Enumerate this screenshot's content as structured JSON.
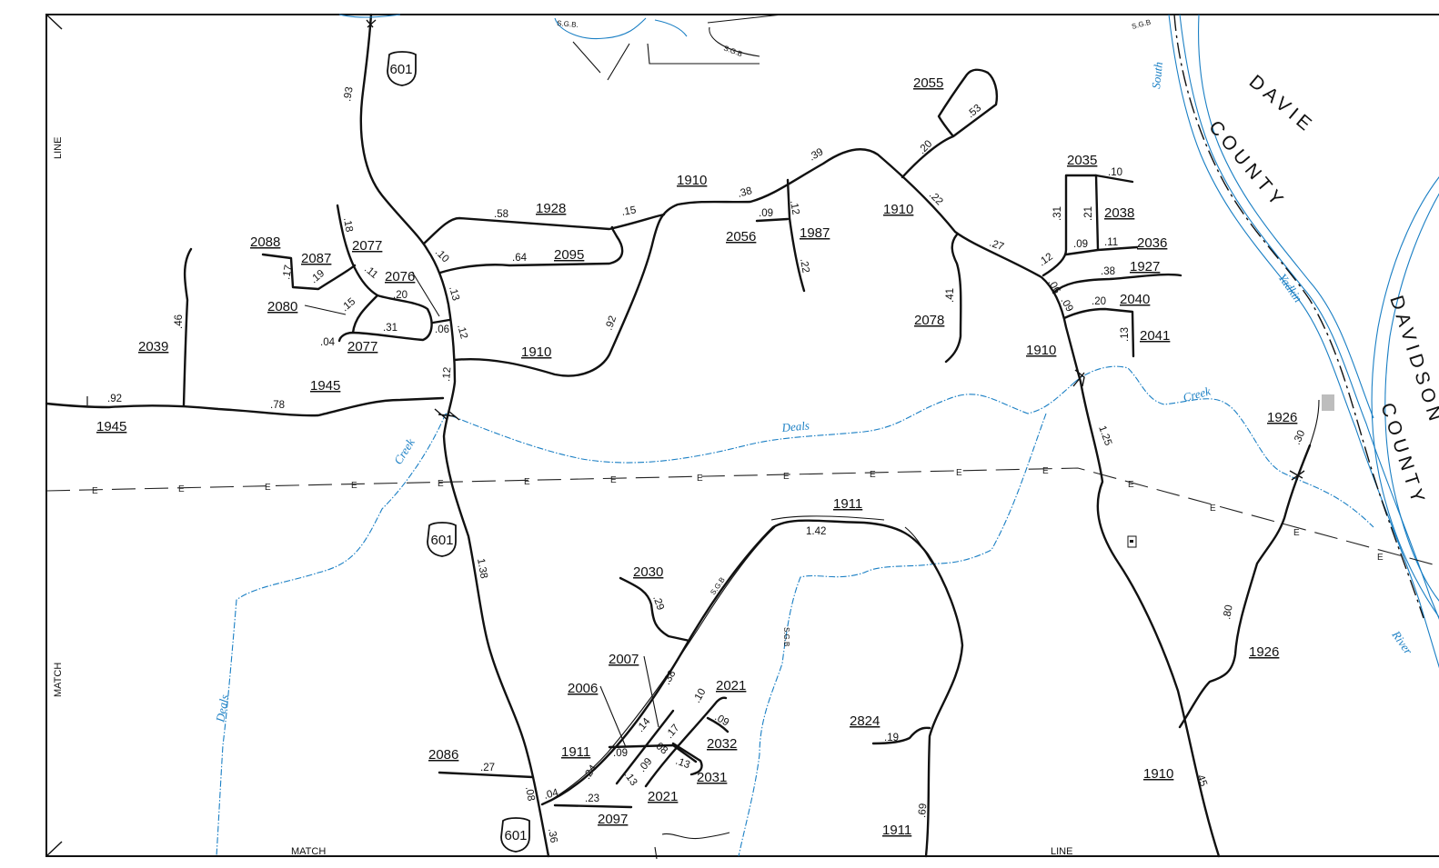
{
  "map": {
    "counties": [
      "DAVIE COUNTY",
      "DAVIDSON COUNTY"
    ],
    "county_words": {
      "davie_1": "DAVIE",
      "davie_2": "COUNTY",
      "davidson_1": "DAVIDSON",
      "davidson_2": "COUNTY"
    },
    "edge_labels": {
      "left_line": "LINE",
      "left_match": "MATCH",
      "bottom_match": "MATCH",
      "bottom_line": "LINE"
    },
    "highway_shields": [
      "601",
      "601",
      "601"
    ],
    "water": {
      "south": "South",
      "yadkin": "Yadkin",
      "river": "River",
      "deals_creek_1": "Deals",
      "deals_creek_2": "Creek",
      "deals_2": "Deals",
      "creek_right": "Creek"
    },
    "powerline_marker": "E",
    "sgb": {
      "top_left": "S.G.B.",
      "top_mid": "S.G.B",
      "top_right": "S.G.B",
      "mid": "S.G.B",
      "lower": "S.G.B"
    },
    "road_numbers": {
      "r2055": "2055",
      "r1910a": "1910",
      "r1928": "1928",
      "r2056": "2056",
      "r1987": "1987",
      "r1910b": "1910",
      "r2035": "2035",
      "r2038": "2038",
      "r2036": "2036",
      "r1927": "1927",
      "r2040": "2040",
      "r2041": "2041",
      "r1910c": "1910",
      "r2078": "2078",
      "r2088": "2088",
      "r2087": "2087",
      "r2077a": "2077",
      "r2076": "2076",
      "r2080": "2080",
      "r2077b": "2077",
      "r2095": "2095",
      "r2039": "2039",
      "r1910d": "1910",
      "r1945a": "1945",
      "r1945b": "1945",
      "r1926a": "1926",
      "r1911a": "1911",
      "r2030": "2030",
      "r2007": "2007",
      "r2021a": "2021",
      "r2006": "2006",
      "r2032": "2032",
      "r1911b": "1911",
      "r2031": "2031",
      "r2021b": "2021",
      "r2086": "2086",
      "r2097": "2097",
      "r2824": "2824",
      "r1926b": "1926",
      "r1910e": "1910",
      "r1911c": "1911"
    },
    "mileages": {
      "m93": ".93",
      "m58": ".58",
      "m15a": ".15",
      "m38a": ".38",
      "m39": ".39",
      "m20a": ".20",
      "m53": ".53",
      "m09a": ".09",
      "m12a": ".12",
      "m22a": ".22",
      "m22b": ".22",
      "m10a": ".10",
      "m31a": ".31",
      "m21": ".21",
      "m09b": ".09",
      "m11a": ".11",
      "m27a": ".27",
      "m12b": ".12",
      "m38b": ".38",
      "m06a": ".06",
      "m09c": ".09",
      "m20b": ".20",
      "m13a": ".13",
      "m41": ".41",
      "m18": ".18",
      "m17a": ".17",
      "m19a": ".19",
      "m11b": ".11",
      "m10b": ".10",
      "m64": ".64",
      "m13b": ".13",
      "m20c": ".20",
      "m15b": ".15",
      "m31b": ".31",
      "m06b": ".06",
      "m12c": ".12",
      "m04a": ".04",
      "m92a": ".92",
      "m46": ".46",
      "m92b": ".92",
      "m78": ".78",
      "m12d": ".12",
      "m125": "1.25",
      "m30": ".30",
      "m142": "1.42",
      "m138": "1.38",
      "m29": ".29",
      "m38c": ".38",
      "m10c": ".10",
      "m09d": ".09",
      "m14": ".14",
      "m17b": ".17",
      "m08a": ".08",
      "m09e": ".09",
      "m09f": ".09",
      "m13c": ".13",
      "m24": ".24",
      "m13d": ".13",
      "m27b": ".27",
      "m08b": ".08",
      "m04b": ".04",
      "m23": ".23",
      "m36": ".36",
      "m19b": ".19",
      "m69": ".69",
      "m80": ".80",
      "m45": ".45"
    },
    "colors": {
      "water": "#1a7fc4",
      "road": "#111111",
      "background": "#ffffff",
      "bridge_fill": "#bdbdbd"
    }
  }
}
